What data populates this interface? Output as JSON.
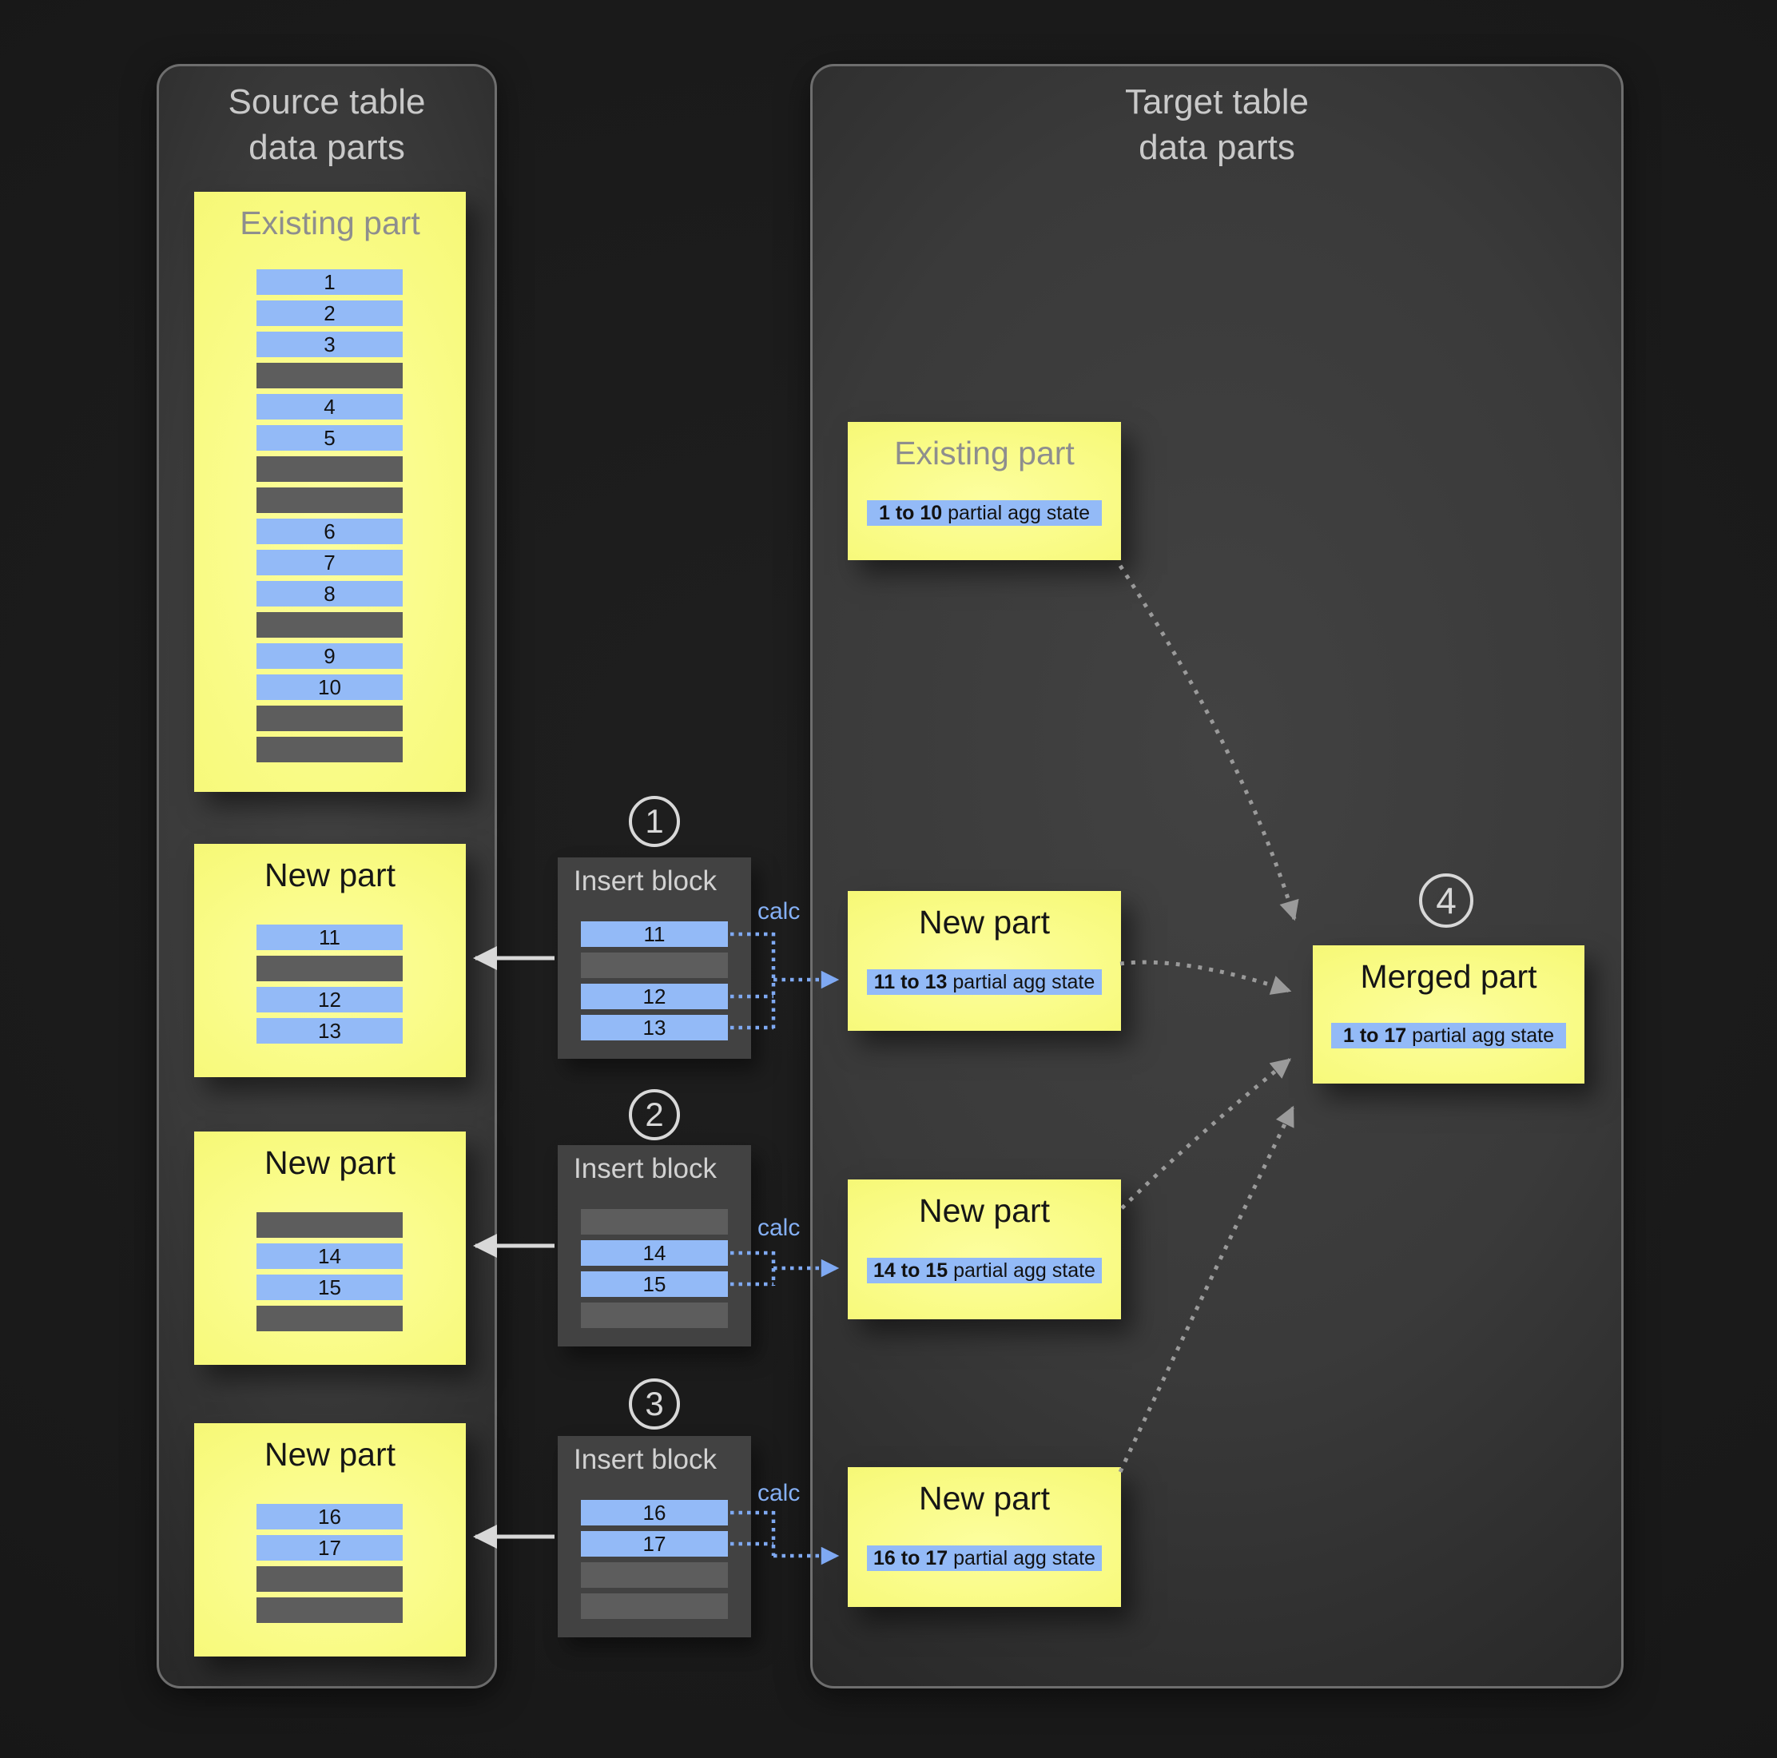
{
  "colors": {
    "background": "#191919",
    "panel_border": "#6e6e6e",
    "part_yellow": "#f8fa80",
    "row_blue": "#93baf7",
    "row_gray": "#5d5d5d",
    "insert_block_bg": "#424242",
    "calc_blue": "#85b0f5",
    "connector_blue": "#7fa9f2",
    "connector_gray": "#9a9a9a",
    "title_light": "#c9c9c9",
    "title_gray": "#8e8e8e"
  },
  "source_panel": {
    "title_line1": "Source table",
    "title_line2": "data parts",
    "existing_part": {
      "title": "Existing part",
      "rows": [
        "1",
        "2",
        "3",
        null,
        "4",
        "5",
        null,
        null,
        "6",
        "7",
        "8",
        null,
        "9",
        "10",
        null,
        null
      ]
    },
    "new_parts": [
      {
        "title": "New part",
        "rows": [
          "11",
          null,
          "12",
          "13"
        ]
      },
      {
        "title": "New part",
        "rows": [
          null,
          "14",
          "15",
          null
        ]
      },
      {
        "title": "New part",
        "rows": [
          "16",
          "17",
          null,
          null
        ]
      }
    ]
  },
  "insert_steps": [
    {
      "step_number": "1",
      "title": "Insert block",
      "calc_label": "calc",
      "rows": [
        "11",
        null,
        "12",
        "13"
      ]
    },
    {
      "step_number": "2",
      "title": "Insert block",
      "calc_label": "calc",
      "rows": [
        null,
        "14",
        "15",
        null
      ]
    },
    {
      "step_number": "3",
      "title": "Insert block",
      "calc_label": "calc",
      "rows": [
        "16",
        "17",
        null,
        null
      ]
    }
  ],
  "target_panel": {
    "title_line1": "Target table",
    "title_line2": "data parts",
    "existing_part": {
      "title": "Existing part",
      "agg_range": "1 to 10",
      "agg_suffix": " partial agg state"
    },
    "new_parts": [
      {
        "title": "New part",
        "agg_range": "11 to 13",
        "agg_suffix": " partial agg state"
      },
      {
        "title": "New part",
        "agg_range": "14 to 15",
        "agg_suffix": " partial agg state"
      },
      {
        "title": "New part",
        "agg_range": "16 to 17",
        "agg_suffix": " partial agg state"
      }
    ],
    "merged_part": {
      "step_number": "4",
      "title": "Merged part",
      "agg_range": "1 to 17",
      "agg_suffix": " partial agg state"
    }
  }
}
